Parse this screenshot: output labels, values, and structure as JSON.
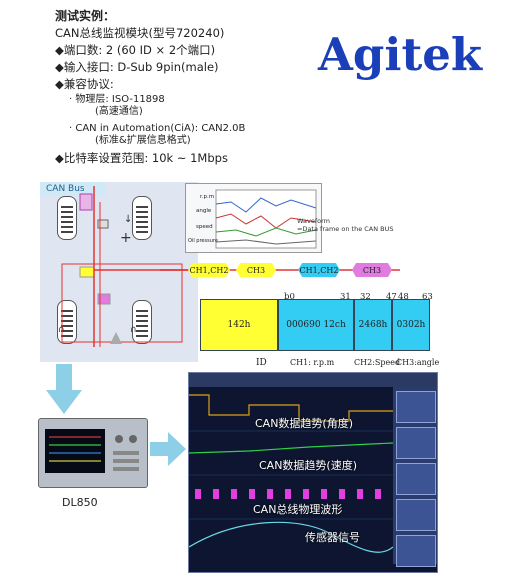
{
  "spec": {
    "title": "测试实例：",
    "module": "CAN总线监视模块(型号720240)",
    "ports": "◆端口数: 2 (60 ID × 2个端口)",
    "input": "◆输入接口: D-Sub 9pin(male)",
    "compat": "◆兼容协议:",
    "phy": "· 物理层: ISO-11898",
    "phy_note": "(高速通信)",
    "cia": "· CAN in Automation(CiA): CAN2.0B",
    "cia_note": "(标准&扩展信息格式)",
    "bitrate": "◆比特率设置范围: 10k ~ 1Mbps"
  },
  "logo": {
    "text": "Agitek",
    "color": "#1a3fb8"
  },
  "car": {
    "bus_label": "CAN Bus"
  },
  "waveform_image": {
    "labels": [
      "r.p.m",
      "angle",
      "speed",
      "Oil pressure"
    ],
    "note_title": "Waveform",
    "note_text": "=Data frame on the CAN BUS"
  },
  "bus_tags": [
    "CH1,CH2",
    "CH3",
    "CH1,CH2",
    "CH3"
  ],
  "frame": {
    "bits": [
      "b0",
      "31",
      "32",
      "47",
      "48",
      "63"
    ],
    "fields": [
      "142h",
      "000690 12ch",
      "2468h",
      "0302h"
    ],
    "id_label": "ID",
    "captions": [
      "CH1: r.p.m",
      "CH2:Speed",
      "CH3:angle"
    ]
  },
  "screen": {
    "labels": [
      "CAN数据趋势(角度)",
      "CAN数据趋势(速度)",
      "CAN总线物理波形",
      "传感器信号"
    ]
  },
  "device": {
    "label": "DL850"
  },
  "colors": {
    "yellow": "#ffff33",
    "cyan": "#33ccf2",
    "arrow": "#8ecfe8",
    "magenta": "#cc33cc",
    "red": "#e53333"
  }
}
